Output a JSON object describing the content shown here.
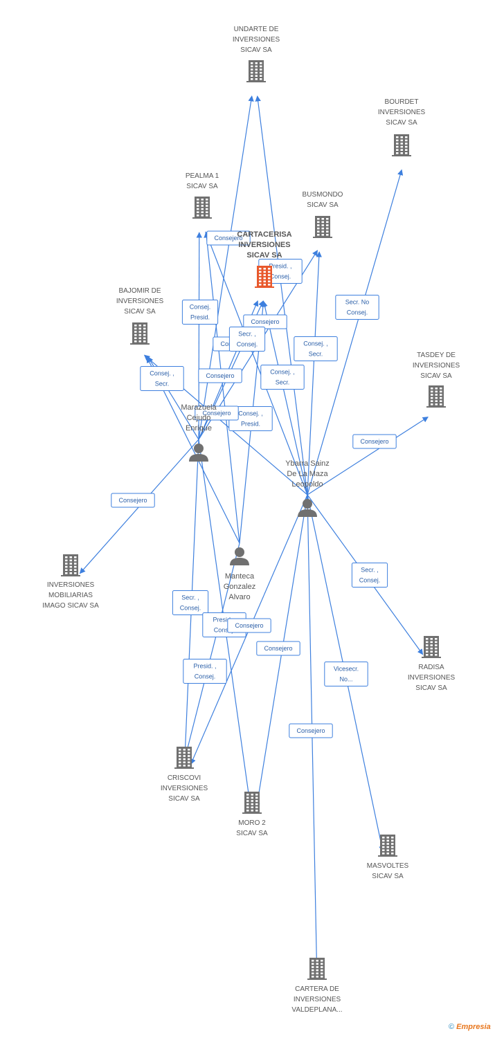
{
  "diagram": {
    "nodes": [
      {
        "id": "undarte",
        "kind": "company",
        "lines": [
          "UNDARTE DE",
          "INVERSIONES",
          "SICAV SA"
        ]
      },
      {
        "id": "bourdet",
        "kind": "company",
        "lines": [
          "BOURDET",
          "INVERSIONES",
          "SICAV SA"
        ]
      },
      {
        "id": "pealma",
        "kind": "company",
        "lines": [
          "PEALMA 1",
          "SICAV SA"
        ]
      },
      {
        "id": "busmondo",
        "kind": "company",
        "lines": [
          "BUSMONDO",
          "SICAV SA"
        ]
      },
      {
        "id": "cartacerisa",
        "kind": "focus",
        "lines": [
          "CARTACERISA",
          "INVERSIONES",
          "SICAV SA"
        ]
      },
      {
        "id": "bajomir",
        "kind": "company",
        "lines": [
          "BAJOMIR DE",
          "INVERSIONES",
          "SICAV SA"
        ]
      },
      {
        "id": "tasdey",
        "kind": "company",
        "lines": [
          "TASDEY DE",
          "INVERSIONES",
          "SICAV SA"
        ]
      },
      {
        "id": "marazuela",
        "kind": "person",
        "lines": [
          "Marazuela",
          "Cejudo",
          "Enrique"
        ]
      },
      {
        "id": "ybarra",
        "kind": "person",
        "lines": [
          "Ybarra Sainz",
          "De La Maza",
          "Leopoldo"
        ]
      },
      {
        "id": "imago",
        "kind": "company",
        "lines": [
          "INVERSIONES",
          "MOBILIARIAS",
          "IMAGO SICAV SA"
        ]
      },
      {
        "id": "manteca",
        "kind": "person",
        "lines": [
          "Manteca",
          "Gonzalez",
          "Alvaro"
        ]
      },
      {
        "id": "radisa",
        "kind": "company",
        "lines": [
          "RADISA",
          "INVERSIONES",
          "SICAV SA"
        ]
      },
      {
        "id": "criscovi",
        "kind": "company",
        "lines": [
          "CRISCOVI",
          "INVERSIONES",
          "SICAV SA"
        ]
      },
      {
        "id": "moro2",
        "kind": "company",
        "lines": [
          "MORO 2",
          "SICAV SA"
        ]
      },
      {
        "id": "masvoltes",
        "kind": "company",
        "lines": [
          "MASVOLTES",
          "SICAV SA"
        ]
      },
      {
        "id": "cartera",
        "kind": "company",
        "lines": [
          "CARTERA DE",
          "INVERSIONES",
          "VALDEPLANA..."
        ]
      }
    ],
    "edges": [
      {
        "from": "marazuela",
        "to": "undarte",
        "label": []
      },
      {
        "from": "ybarra",
        "to": "undarte",
        "label": []
      },
      {
        "from": "ybarra",
        "to": "bourdet",
        "label": [
          "Secr.  No",
          "Consej."
        ]
      },
      {
        "from": "marazuela",
        "to": "pealma",
        "label": [
          "Consej.",
          "Presid."
        ]
      },
      {
        "from": "ybarra",
        "to": "pealma",
        "label": [
          "Consejero"
        ]
      },
      {
        "from": "manteca",
        "to": "pealma",
        "label": [
          "Consejero"
        ]
      },
      {
        "from": "ybarra",
        "to": "busmondo",
        "label": [
          "Consej. ,",
          "Secr."
        ]
      },
      {
        "from": "marazuela",
        "to": "busmondo",
        "label": [
          "Presid. ,",
          "Consej."
        ]
      },
      {
        "from": "marazuela",
        "to": "cartacerisa",
        "label": [
          "Consejero"
        ]
      },
      {
        "from": "ybarra",
        "to": "cartacerisa",
        "label": [
          "Consej. ,",
          "Secr."
        ]
      },
      {
        "from": "manteca",
        "to": "cartacerisa",
        "label": [
          "Consej. ,",
          "Presid."
        ]
      },
      {
        "from": "marazuela",
        "to": "bajomir",
        "label": [
          "Consej. ,",
          "Secr."
        ]
      },
      {
        "from": "ybarra",
        "to": "bajomir",
        "label": [
          "Consejero"
        ]
      },
      {
        "from": "ybarra",
        "to": "tasdey",
        "label": [
          "Consejero"
        ]
      },
      {
        "from": "marazuela",
        "to": "imago",
        "label": [
          "Consejero"
        ]
      },
      {
        "from": "ybarra",
        "to": "radisa",
        "label": [
          "Secr. ,",
          "Consej."
        ]
      },
      {
        "from": "marazuela",
        "to": "criscovi",
        "label": [
          "Secr. ,",
          "Consej."
        ]
      },
      {
        "from": "ybarra",
        "to": "criscovi",
        "label": [
          "Presid. ,",
          "Consej."
        ]
      },
      {
        "from": "manteca",
        "to": "criscovi",
        "label": [
          "Consejero"
        ]
      },
      {
        "from": "marazuela",
        "to": "moro2",
        "label": [
          "Presid. ,",
          "Consej."
        ]
      },
      {
        "from": "ybarra",
        "to": "moro2",
        "label": [
          "Consejero"
        ]
      },
      {
        "from": "ybarra",
        "to": "masvoltes",
        "label": [
          "Vicesecr.",
          "No..."
        ]
      },
      {
        "from": "ybarra",
        "to": "cartera",
        "label": [
          "Consejero"
        ]
      },
      {
        "from": "manteca",
        "to": "bajomir",
        "label": [
          "Secr. ,",
          "Consej."
        ]
      },
      {
        "from": "marazuela",
        "to": "cartacerisa",
        "label": [
          "Consejero"
        ]
      }
    ]
  },
  "footer": {
    "copyright_symbol": "©",
    "brand": "Empresia"
  },
  "colors": {
    "edge": "#3d7fde",
    "building": "#707070",
    "focus_building": "#e8582c",
    "person": "#707070"
  }
}
